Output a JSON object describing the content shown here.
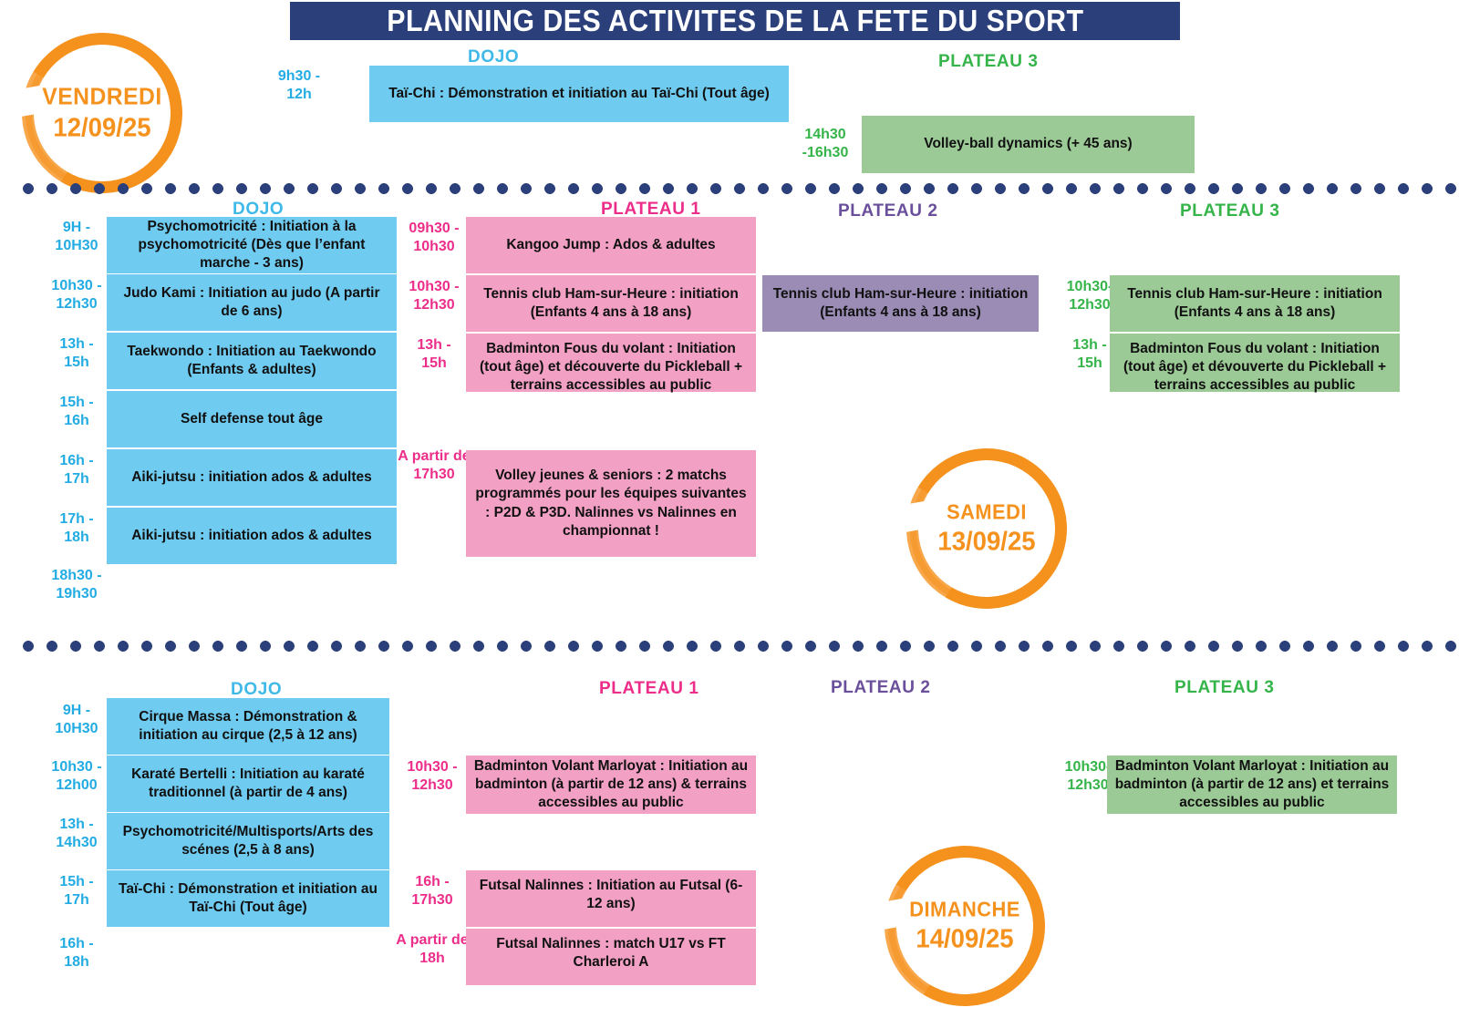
{
  "title": "PLANNING DES ACTIVITES DE LA FETE DU SPORT",
  "colors": {
    "title_bg": "#2b3f7a",
    "orange": "#F5921E",
    "dojo": "#22ACE3",
    "plateau1": "#EC2D8A",
    "plateau2": "#6A4F9B",
    "plateau3": "#35B44A",
    "block_blue": "#6FCBF0",
    "block_pink": "#F2A0C4",
    "block_purple": "#9A8CB4",
    "block_green": "#9CCA96"
  },
  "days": [
    {
      "badge": {
        "name": "VENDREDI",
        "date": "12/09/25"
      },
      "headers": {
        "dojo": "DOJO",
        "plateau3": "PLATEAU 3"
      },
      "dojo": [
        {
          "time": "9h30 -\n12h",
          "text": "Taï-Chi : Démonstration et initiation au Taï-Chi (Tout âge)"
        }
      ],
      "plateau3": [
        {
          "time": "14h30\n-16h30",
          "text": "Volley-ball dynamics (+ 45 ans)"
        }
      ]
    },
    {
      "badge": {
        "name": "SAMEDI",
        "date": "13/09/25"
      },
      "headers": {
        "dojo": "DOJO",
        "plateau1": "PLATEAU 1",
        "plateau2": "PLATEAU 2",
        "plateau3": "PLATEAU 3"
      },
      "dojo": [
        {
          "time": "9H -\n10H30",
          "text": "Psychomotricité : Initiation à la psychomotricité (Dès que l’enfant marche - 3 ans)"
        },
        {
          "time": "10h30 -\n12h30",
          "text": "Judo Kami : Initiation au judo (A partir de 6 ans)"
        },
        {
          "time": "13h -\n15h",
          "text": "Taekwondo : Initiation au Taekwondo (Enfants & adultes)"
        },
        {
          "time": "15h -\n16h",
          "text": "Self defense tout âge"
        },
        {
          "time": "16h -\n17h",
          "text": "Aiki-jutsu : initiation ados & adultes"
        },
        {
          "time": "17h -\n18h",
          "text": "Aiki-jutsu : initiation ados & adultes"
        },
        {
          "time": "18h30 -\n19h30",
          "text": ""
        }
      ],
      "plateau1": [
        {
          "time": "09h30 -\n10h30",
          "text": "Kangoo Jump : Ados & adultes"
        },
        {
          "time": "10h30 -\n12h30",
          "text": "Tennis club Ham-sur-Heure : initiation (Enfants 4 ans à 18 ans)"
        },
        {
          "time": "13h -\n15h",
          "text": "Badminton Fous du volant : Initiation (tout âge) et découverte du Pickleball + terrains accessibles au public"
        },
        {
          "time": "A partir de\n17h30",
          "text": "Volley jeunes & seniors : 2 matchs programmés pour les équipes suivantes : P2D & P3D. Nalinnes vs Nalinnes en championnat !"
        }
      ],
      "plateau2": [
        {
          "time": "",
          "text": "Tennis club Ham-sur-Heure : initiation (Enfants 4 ans à 18 ans)"
        }
      ],
      "plateau3": [
        {
          "time": "10h30-\n12h30",
          "text": "Tennis club Ham-sur-Heure : initiation (Enfants 4 ans à 18 ans)"
        },
        {
          "time": "13h -\n15h",
          "text": "Badminton Fous du volant : Initiation (tout âge) et dévouverte du Pickleball + terrains accessibles au public"
        }
      ]
    },
    {
      "badge": {
        "name": "DIMANCHE",
        "date": "14/09/25"
      },
      "headers": {
        "dojo": "DOJO",
        "plateau1": "PLATEAU 1",
        "plateau2": "PLATEAU 2",
        "plateau3": "PLATEAU 3"
      },
      "dojo": [
        {
          "time": "9H -\n10H30",
          "text": "Cirque Massa : Démonstration & initiation au cirque (2,5 à 12 ans)"
        },
        {
          "time": "10h30 -\n12h00",
          "text": "Karaté Bertelli : Initiation au karaté traditionnel (à partir de 4 ans)"
        },
        {
          "time": "13h -\n14h30",
          "text": "Psychomotricité/Multisports/Arts des scénes (2,5 à 8 ans)"
        },
        {
          "time": "15h -\n17h",
          "text": "Taï-Chi : Démonstration et initiation au Taï-Chi (Tout âge)"
        },
        {
          "time": "16h -\n18h",
          "text": ""
        }
      ],
      "plateau1": [
        {
          "time": "10h30 -\n12h30",
          "text": "Badminton Volant Marloyat : Initiation au badminton (à partir de 12 ans) & terrains accessibles au public"
        },
        {
          "time": "16h -\n17h30",
          "text": "Futsal Nalinnes : Initiation au Futsal (6-12 ans)"
        },
        {
          "time": "A partir de\n18h",
          "text": "Futsal Nalinnes : match U17 vs FT Charleroi A"
        }
      ],
      "plateau3": [
        {
          "time": "10h30-\n12h30",
          "text": "Badminton Volant Marloyat : Initiation au badminton (à partir de 12 ans) et terrains accessibles au public"
        }
      ]
    }
  ]
}
